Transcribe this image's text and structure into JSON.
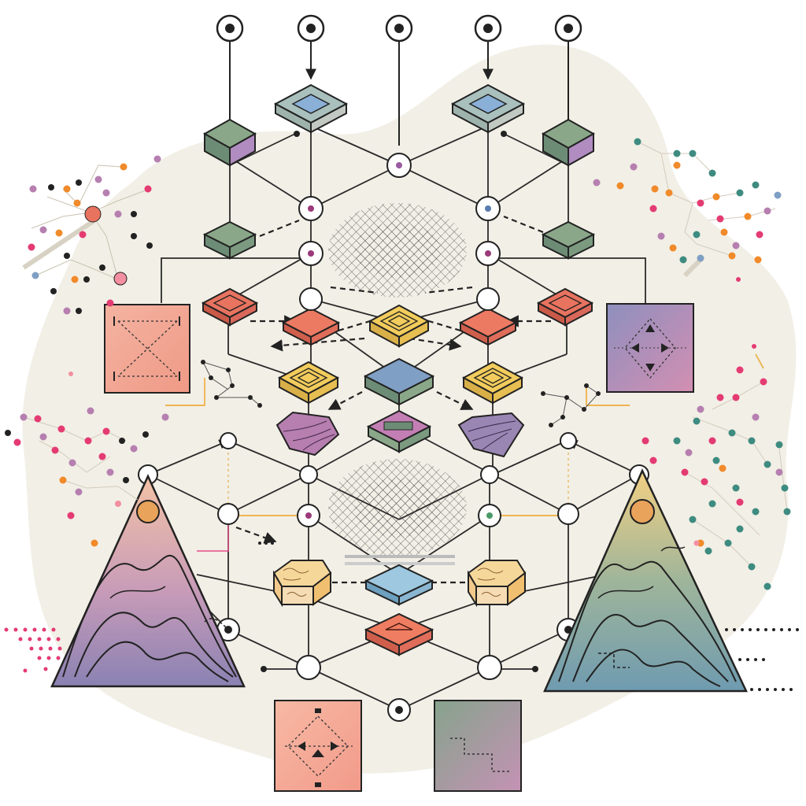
{
  "diagram": {
    "labels": [],
    "palette": {
      "ink": "#222222",
      "backdrop": "#f2efe6",
      "coral": "#e8735f",
      "gold": "#f2cc5c",
      "slate_blue": "#7f9fc4",
      "sage": "#8aa889",
      "mauve": "#b67fb0",
      "peach": "#f4b3a1",
      "lavender": "#9a86b3",
      "teal": "#3e8b80",
      "magenta": "#e43b73",
      "orange": "#f08a2a"
    },
    "inputs": {
      "count": 5
    },
    "tiles": [
      {
        "role": "left-panel-crossed-diagram"
      },
      {
        "role": "right-panel-arrow-diamond"
      },
      {
        "role": "bottom-left-panel-arrow-diamond"
      },
      {
        "role": "bottom-right-panel-step-path"
      }
    ],
    "pyramids": [
      {
        "role": "left-mountain-pyramid",
        "gradient": [
          "#f3b9a4",
          "#8a82b3"
        ]
      },
      {
        "role": "right-mountain-pyramid",
        "gradient": [
          "#f2d083",
          "#6f9bb0"
        ]
      }
    ]
  }
}
